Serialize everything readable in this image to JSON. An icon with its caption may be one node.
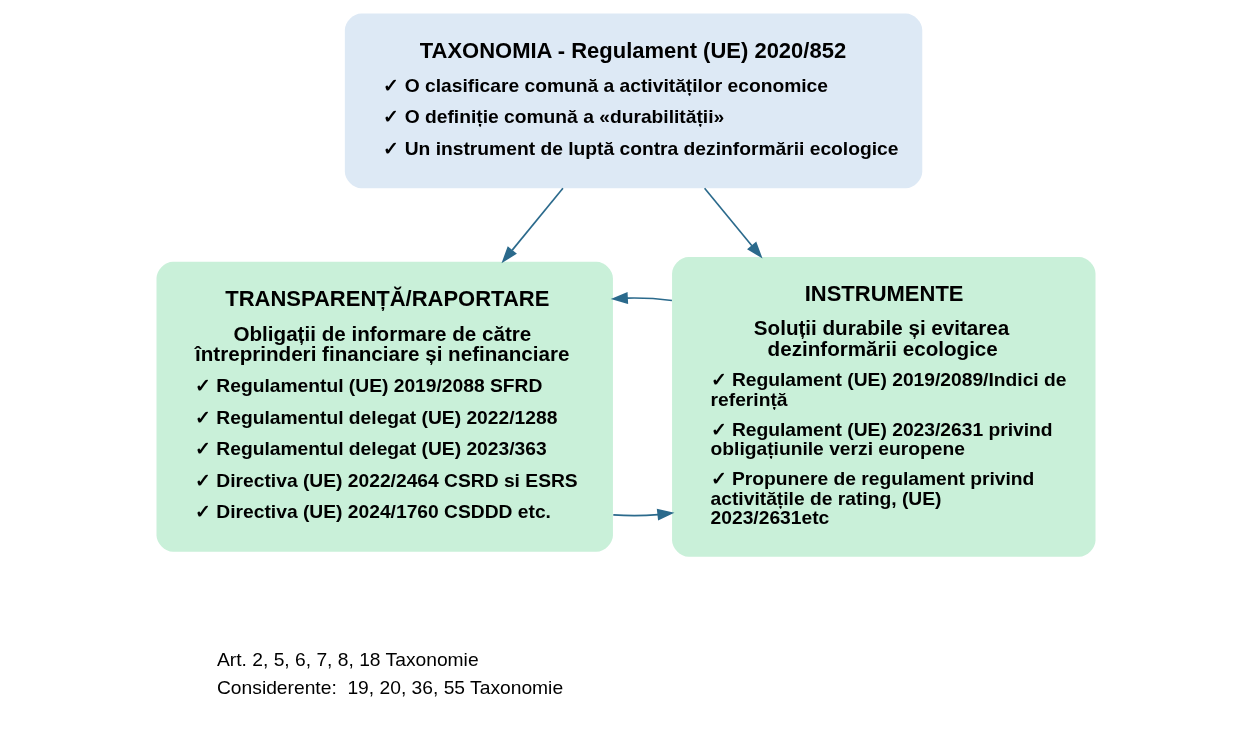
{
  "diagram": {
    "nodes": [
      {
        "text": [
          "TAXONOMIA - Regulament (UE) 2020/852",
          "✓ O clasificare comună a activităților economice",
          "✓ O definiție comună a «durabilității»",
          "✓ Un instrument de luptă contra dezinformării ecologice"
        ]
      },
      {
        "text": [
          "TRANSPARENȚĂ/RAPORTARE",
          "Obligații de informare de către întreprinderi financiare și nefinanciare",
          "✓ Regulamentul (UE) 2019/2088 SFRD",
          "✓ Regulamentul delegat (UE) 2022/1288",
          "✓ Regulamentul delegat (UE) 2023/363",
          "✓ Directiva (UE) 2022/2464 CSRD si ESRS",
          "✓ Directiva (UE) 2024/1760 CSDDD etc."
        ]
      },
      {
        "text": [
          "INSTRUMENTE",
          "Soluții durabile și evitarea dezinformării ecologice",
          "✓ Regulament (UE) 2019/2089/Indici de referință",
          "✓ Regulament (UE) 2023/2631 privind obligațiunile verzi europene",
          "✓ Propunere de regulament privind activitățile de rating, (UE) 2023/2631etc"
        ]
      }
    ],
    "edges": [
      {
        "from": 0,
        "to": 1,
        "arrow": "to"
      },
      {
        "from": 0,
        "to": 2,
        "arrow": "to"
      },
      {
        "from": 1,
        "to": 2,
        "arrow": "to"
      },
      {
        "from": 2,
        "to": 1,
        "arrow": "to"
      }
    ],
    "labels": [
      "Art. 2, 5, 6, 7, 8, 18 Taxonomie",
      "Considerente:  19, 20, 36, 55 Taxonomie"
    ]
  }
}
